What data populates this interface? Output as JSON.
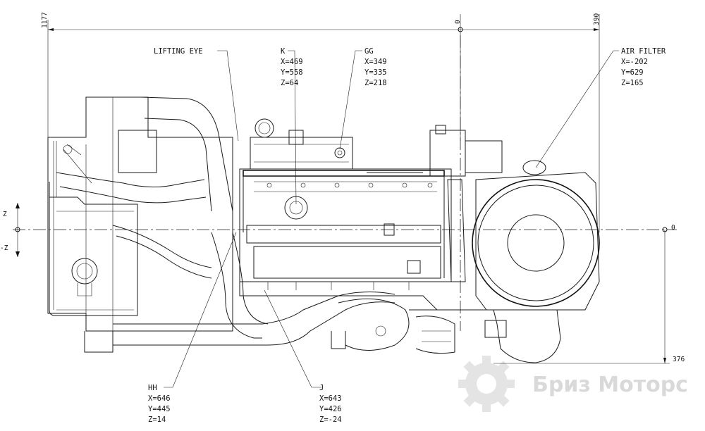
{
  "dimensions": {
    "left_extent": "1177",
    "center_zero": "0",
    "right_extent": "390",
    "axis_zero": "0",
    "bottom_extent": "376",
    "axis_z_pos": "Z",
    "axis_z_neg": "-Z"
  },
  "callouts": {
    "lifting_eye": {
      "title": "LIFTING EYE"
    },
    "k": {
      "title": "K",
      "x": "X=469",
      "y": "Y=558",
      "z": "Z=64"
    },
    "gg": {
      "title": "GG",
      "x": "X=349",
      "y": "Y=335",
      "z": "Z=218"
    },
    "air_filter": {
      "title": "AIR FILTER",
      "x": "X=-202",
      "y": "Y=629",
      "z": "Z=165"
    },
    "hh": {
      "title": "HH",
      "x": "X=646",
      "y": "Y=445",
      "z": "Z=14"
    },
    "j": {
      "title": "J",
      "x": "X=643",
      "y": "Y=426",
      "z": "Z=-24"
    }
  },
  "watermark": {
    "text": "Бриз Моторс",
    "icon": "gear-icon"
  }
}
